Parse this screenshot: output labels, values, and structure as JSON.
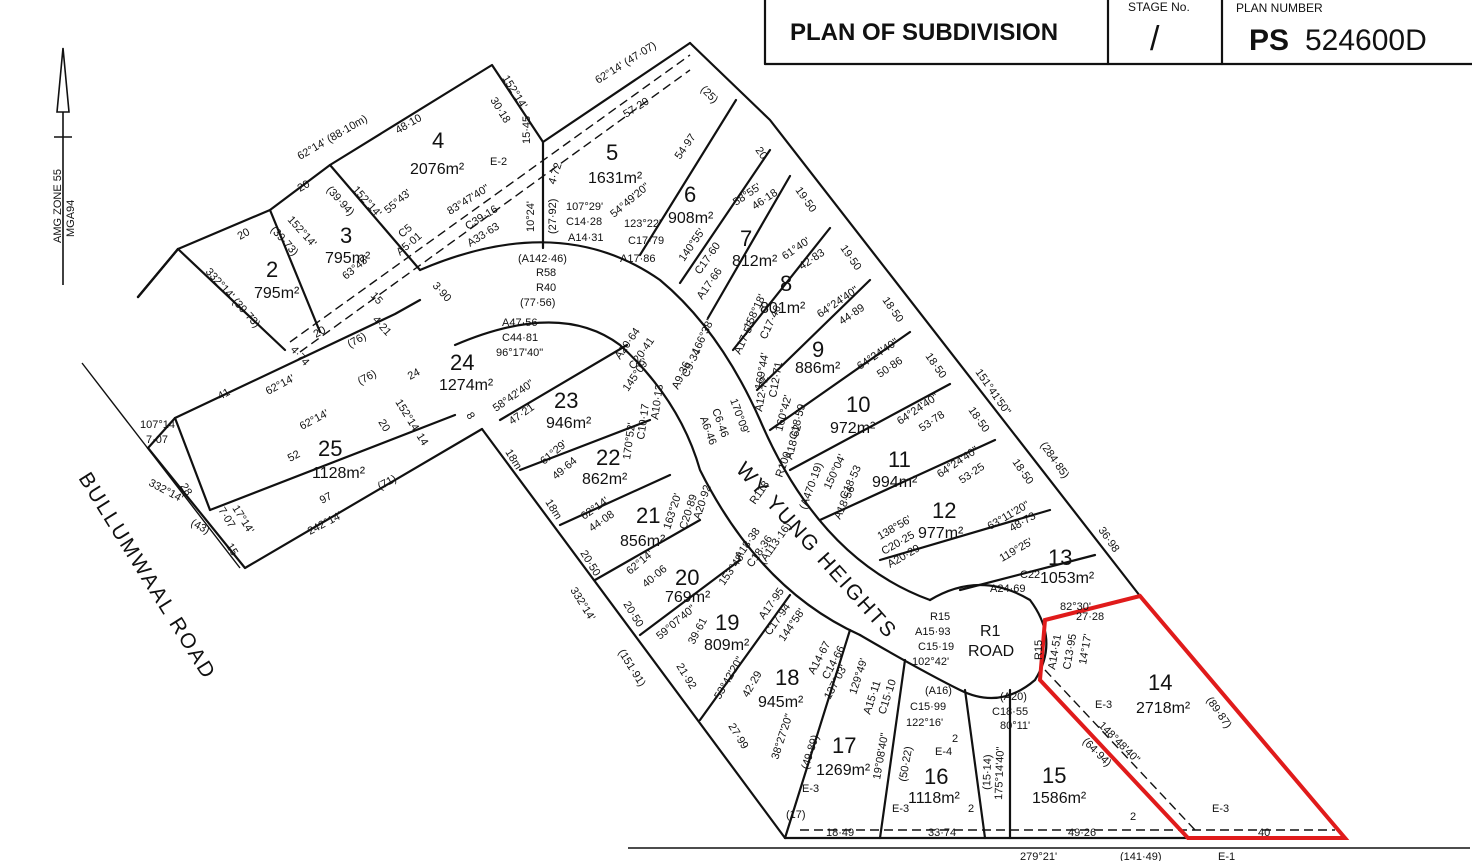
{
  "title_block": {
    "heading": "PLAN OF SUBDIVISION",
    "stage_label": "STAGE No.",
    "stage_value": "/",
    "plan_label": "PLAN NUMBER",
    "plan_prefix": "PS",
    "plan_number": "524600D"
  },
  "north": {
    "zone_label": "AMG ZONE 55",
    "datum_label": "MGA94"
  },
  "roads": {
    "bullumwaal": "BULLUMWAAL ROAD",
    "wy_yung": "WY YUNG HEIGHTS",
    "r1_road_a": "R1",
    "r1_road_b": "ROAD"
  },
  "lots": [
    {
      "number": "2",
      "area": "795m²"
    },
    {
      "number": "3",
      "area": "795m²"
    },
    {
      "number": "4",
      "area": "2076m²"
    },
    {
      "number": "5",
      "area": "1631m²"
    },
    {
      "number": "6",
      "area": "908m²"
    },
    {
      "number": "7",
      "area": "812m²"
    },
    {
      "number": "8",
      "area": "801m²"
    },
    {
      "number": "9",
      "area": "886m²"
    },
    {
      "number": "10",
      "area": "972m²"
    },
    {
      "number": "11",
      "area": "994m²"
    },
    {
      "number": "12",
      "area": "977m²"
    },
    {
      "number": "13",
      "area": "1053m²"
    },
    {
      "number": "14",
      "area": "2718m²"
    },
    {
      "number": "15",
      "area": "1586m²"
    },
    {
      "number": "16",
      "area": "1118m²"
    },
    {
      "number": "17",
      "area": "1269m²"
    },
    {
      "number": "18",
      "area": "945m²"
    },
    {
      "number": "19",
      "area": "809m²"
    },
    {
      "number": "20",
      "area": "769m²"
    },
    {
      "number": "21",
      "area": "856m²"
    },
    {
      "number": "22",
      "area": "862m²"
    },
    {
      "number": "23",
      "area": "946m²"
    },
    {
      "number": "24",
      "area": "1274m²"
    },
    {
      "number": "25",
      "area": "1128m²"
    }
  ],
  "dims": {
    "d_62_14_47_07": "62°14' (47·07)",
    "d_57_20": "57·20",
    "d_25": "(25)",
    "d_152_14_top": "152°14'",
    "d_30_18": "30·18",
    "d_62_14_88_10": "62°14' (88·10m)",
    "d_48_10": "48·10",
    "d_20_a": "20",
    "d_39_94": "(39·94)",
    "d_152_14_b": "152°14'",
    "d_20_b": "20",
    "d_39_73": "(39·73)",
    "d_152_14_c": "152°14'",
    "d_332_14_a": "332°14' (39·73)",
    "d_55_43": "55°43'",
    "d_c5": "C5",
    "d_a5_01": "A5·01",
    "d_63_45": "63°45'",
    "d_15_a": "15",
    "d_4_21": "4·21",
    "d_3_90": "3·90",
    "d_20_c": "20",
    "d_76_a": "(76)",
    "d_4_74": "4·74",
    "d_e2": "E-2",
    "d_83_47_40": "83°47'40\"",
    "d_c39_16": "C39·16",
    "d_a33_63": "A33·63",
    "d_15_45": "15·45",
    "d_4_72": "4·72",
    "d_10_24": "10°24'",
    "d_27_92": "(27·92)",
    "d_107_29": "107°29'",
    "d_c14_28": "C14·28",
    "d_a14_31": "A14·31",
    "d_54_49_20": "54°49'20\"",
    "d_54_97": "54·97",
    "d_20_d": "20",
    "d_123_22": "123°22'",
    "d_c17_79": "C17·79",
    "d_a17_86": "A17·86",
    "d_58_55": "58°55'",
    "d_46_18": "46·18",
    "d_19_50_a": "19·50",
    "d_140_55": "140°55'",
    "d_c17_60": "C17·60",
    "d_a17_66": "A17·66",
    "d_61_40": "61°40'",
    "d_42_83": "42·83",
    "d_19_50_b": "19·50",
    "d_158_18": "158°18'",
    "d_c17_46": "C17·46",
    "d_a17_53": "A17·53",
    "d_64_24_40_a": "64°24'40\"",
    "d_44_89": "44·89",
    "d_18_50_a": "18·50",
    "d_a142_46": "(A142·46)",
    "d_r58": "R58",
    "d_r40": "R40",
    "d_77_56": "(77·56)",
    "d_a47_56": "A47·56",
    "d_c44_81": "C44·81",
    "d_96_17_40": "96°17'40\"",
    "d_a20_64": "A20·64",
    "d_c20_41": "C20·41",
    "d_145_09": "145°09'",
    "d_166_38": "166°38'",
    "d_c9_34": "C9·34",
    "d_a9_36": "A9·36",
    "d_64_24_40_b": "64°24'40\"",
    "d_50_86": "50·86",
    "d_18_50_b": "18·50",
    "d_151_41_50": "151°41'50\"",
    "d_169_44": "169°44'",
    "d_c12_71": "C12·71",
    "d_a12_72": "A12·72",
    "d_170_09": "170°09'",
    "d_c6_46": "C6·46",
    "d_a6_46": "A6·46",
    "d_64_24_40_c": "64°24'40\"",
    "d_53_78": "53·78",
    "d_18_50_c": "18·50",
    "d_160_42": "160°42'",
    "d_c18_59": "C18·59",
    "d_a18_62": "A18·62",
    "d_a10_13": "A10·13",
    "d_c10_17": "C10·17",
    "d_170_52": "170°52'",
    "d_64_24_40_d": "64°24'40\"",
    "d_53_25": "53·25",
    "d_18_50_d": "18·50",
    "d_284_85": "(284·85)",
    "d_150_04": "150°04'",
    "d_c18_53": "C18·53",
    "d_a18_56": "A18·56",
    "d_r100": "R100",
    "d_a470_19": "(A470·19)",
    "d_63_11_20": "63°11'20\"",
    "d_48_73": "48·73",
    "d_36_98": "36·98",
    "d_138_56": "138°56'",
    "d_c20_25": "C20·25",
    "d_a20_29": "A20·29",
    "d_119_25": "119°25'",
    "d_c22": "C22",
    "d_a24_69": "A24·69",
    "d_82_30": "82°30'",
    "d_27_28": "27·28",
    "d_r15_a": "R15",
    "d_a15_93": "A15·93",
    "d_c15_19": "C15·19",
    "d_102_42": "102°42'",
    "d_r15_b": "R15",
    "d_a14_51": "A14·51",
    "d_c13_95": "C13·95",
    "d_14_17": "14°17'",
    "d_89_87": "(89·87)",
    "d_e3_a": "E-3",
    "d_148_48_40": "148°48'40\"",
    "d_64_94": "(64·94)",
    "d_a20": "(A20)",
    "d_c18_55": "C18·55",
    "d_80_11": "80°11'",
    "d_175_14_40": "175°14'40\"",
    "d_15_14": "(15·14)",
    "d_a16": "(A16)",
    "d_c15_99": "C15·99",
    "d_122_16": "122°16'",
    "d_e4": "E-4",
    "d_2_a": "2",
    "d_2_b": "2",
    "d_2_c": "2",
    "d_a15_11": "A15·11",
    "d_c15_10": "C15·10",
    "d_129_49": "129°49'",
    "d_19_08_40": "19°08'40\"",
    "d_50_22": "(50·22)",
    "d_a14_67": "A14·67",
    "d_c14_66": "C14·66",
    "d_137_03": "137°03'",
    "d_38_27_20": "38°27'20\"",
    "d_49_89": "(49·89)",
    "d_a17_95": "A17·95",
    "d_c17_94": "C17·94",
    "d_144_58": "144°58'",
    "d_53_42_20": "53°42'20\"",
    "d_42_29": "42·29",
    "d_a18_38": "A18·38",
    "d_c18_36": "C18·36",
    "d_153_48": "153°48'",
    "d_r118": "R118",
    "d_a113_16": "(A113·16)",
    "d_59_07_40": "59°07'40\"",
    "d_39_61": "39·61",
    "d_a20_92": "A20·92",
    "d_c20_89": "C20·89",
    "d_163_20": "163°20'",
    "d_62_14_d": "62°14'",
    "d_40_06": "40·06",
    "d_62_14_e": "62°14'",
    "d_44_08": "44·08",
    "d_61_29": "61°29'",
    "d_49_64": "49·64",
    "d_58_42_40": "58°42'40\"",
    "d_47_21": "47·21",
    "d_18m_a": "18m",
    "d_18m_b": "18m",
    "d_20_50_a": "20·50",
    "d_20_50_b": "20·50",
    "d_21_92": "21·92",
    "d_27_99": "27·99",
    "d_332_14_b": "332°14'",
    "d_151_91": "(151·91)",
    "d_e3_b": "E-3",
    "d_17": "(17)",
    "d_e3_c": "E-3",
    "d_e3_d": "E-3",
    "d_18_49": "18·49",
    "d_33_74": "33·74",
    "d_49_26": "49·26",
    "d_40": "40",
    "d_279_21": "279°21'",
    "d_141_49": "(141·49)",
    "d_e_bot": "E-1",
    "d_41": "41",
    "d_62_14_f": "62°14'",
    "d_76_b": "(76)",
    "d_24": "24",
    "d_152_14_14": "152°14' 14",
    "d_8": "8",
    "d_62_14_g": "62°14'",
    "d_20_e": "20",
    "d_52": "52",
    "d_97": "97",
    "d_242_14": "242°14'",
    "d_71": "(71)",
    "d_107_14": "107°14'",
    "d_7_07_a": "7·07",
    "d_332_14_c": "332°14'",
    "d_28": "28",
    "d_43": "(43)",
    "d_7_07_b": "7·07",
    "d_17_14": "17°14'",
    "d_15_b": "15"
  }
}
